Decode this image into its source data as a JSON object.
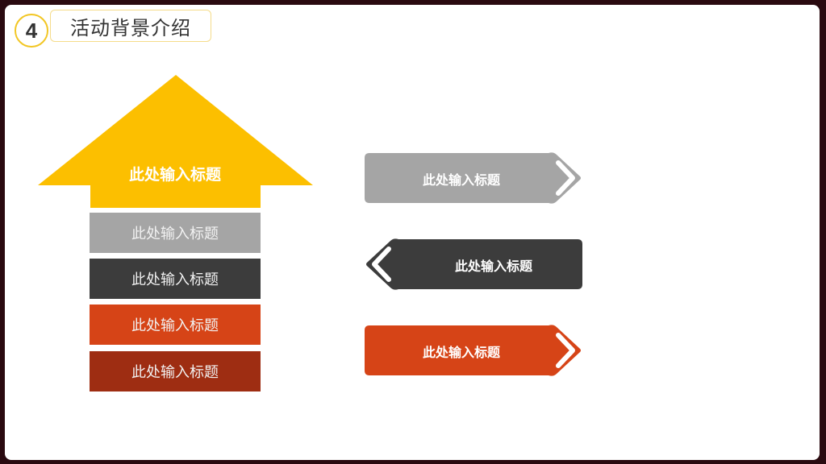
{
  "header": {
    "section_number": "4",
    "title": "活动背景介绍"
  },
  "up_arrow": {
    "label": "此处输入标题",
    "color": "#fcbf00"
  },
  "stack": [
    {
      "label": "此处输入标题",
      "color": "#a5a5a5"
    },
    {
      "label": "此处输入标题",
      "color": "#3c3c3c"
    },
    {
      "label": "此处输入标题",
      "color": "#d64417"
    },
    {
      "label": "此处输入标题",
      "color": "#9e2d12"
    }
  ],
  "banners": [
    {
      "label": "此处输入标题",
      "direction": "right",
      "color": "#a5a5a5"
    },
    {
      "label": "此处输入标题",
      "direction": "left",
      "color": "#3c3c3c"
    },
    {
      "label": "此处输入标题",
      "direction": "right",
      "color": "#d64417"
    }
  ],
  "colors": {
    "frame": "#2a0a10",
    "accent_yellow": "#f2c624",
    "text_dark": "#333333"
  }
}
